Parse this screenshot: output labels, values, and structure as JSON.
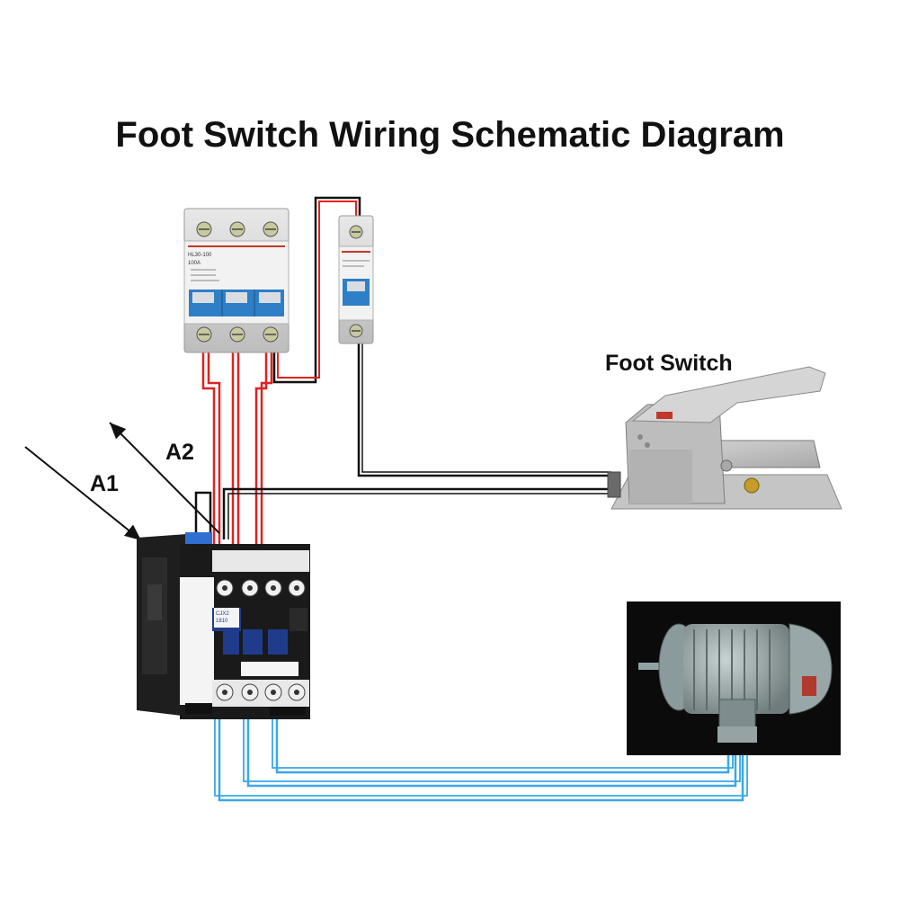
{
  "title": "Foot Switch Wiring Schematic Diagram",
  "labels": {
    "foot_switch": "Foot Switch",
    "a1": "A1",
    "a2": "A2"
  },
  "devices": {
    "breaker_3p_model": "HL30-100",
    "breaker_3p_rating": "100A",
    "contactor_model": "CJX2",
    "contactor_sub": "1810"
  },
  "colors": {
    "power_wire": "#e02222",
    "control_wire": "#111111",
    "motor_wire": "#3aa8e8",
    "breaker_blue": "#2f7fc6",
    "contactor_body": "#1e1e1e",
    "contactor_button": "#1f3c8c"
  }
}
